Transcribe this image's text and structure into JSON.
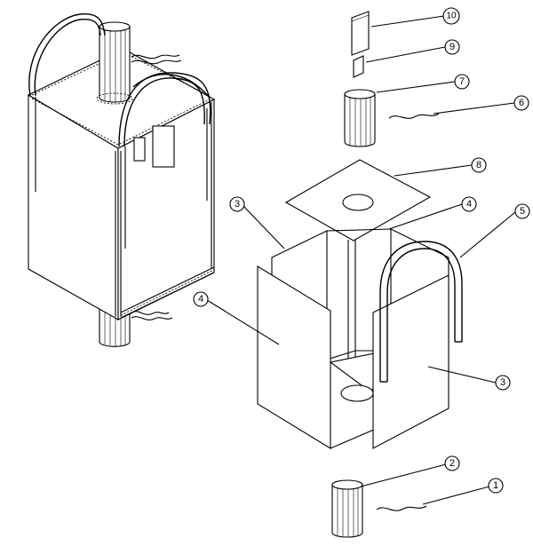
{
  "callouts": [
    {
      "id": "c1",
      "label": "1"
    },
    {
      "id": "c2",
      "label": "2"
    },
    {
      "id": "c3a",
      "label": "3"
    },
    {
      "id": "c3b",
      "label": "3"
    },
    {
      "id": "c4a",
      "label": "4"
    },
    {
      "id": "c4b",
      "label": "4"
    },
    {
      "id": "c5",
      "label": "5"
    },
    {
      "id": "c6",
      "label": "6"
    },
    {
      "id": "c7",
      "label": "7"
    },
    {
      "id": "c8",
      "label": "8"
    },
    {
      "id": "c9",
      "label": "9"
    },
    {
      "id": "c10",
      "label": "10"
    }
  ]
}
